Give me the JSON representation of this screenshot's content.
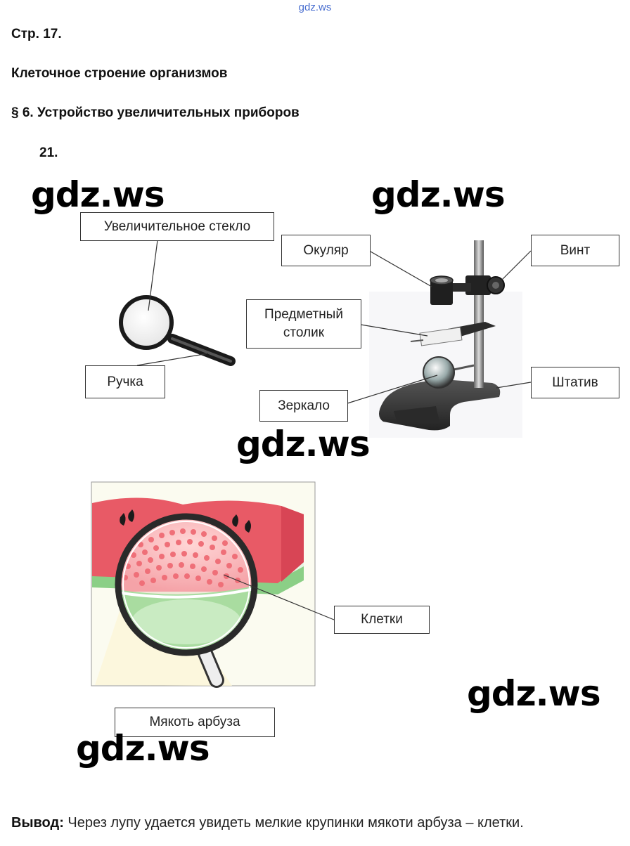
{
  "header": {
    "site": "gdz.ws",
    "page": "Стр. 17.",
    "chapter": "Клеточное строение организмов",
    "section": "§ 6. Устройство увеличительных приборов",
    "task": "21."
  },
  "watermark": "gdz.ws",
  "labels": {
    "magnifier_glass": "Увеличительное стекло",
    "handle": "Ручка",
    "eyepiece": "Окуляр",
    "screw": "Винт",
    "stage_line1": "Предметный",
    "stage_line2": "столик",
    "tripod": "Штатив",
    "mirror": "Зеркало",
    "cells": "Клетки",
    "watermelon_pulp": "Мякоть арбуза"
  },
  "conclusion": {
    "title": "Вывод:",
    "text": " Через лупу удается увидеть мелкие крупинки мякоти арбуза – клетки."
  }
}
